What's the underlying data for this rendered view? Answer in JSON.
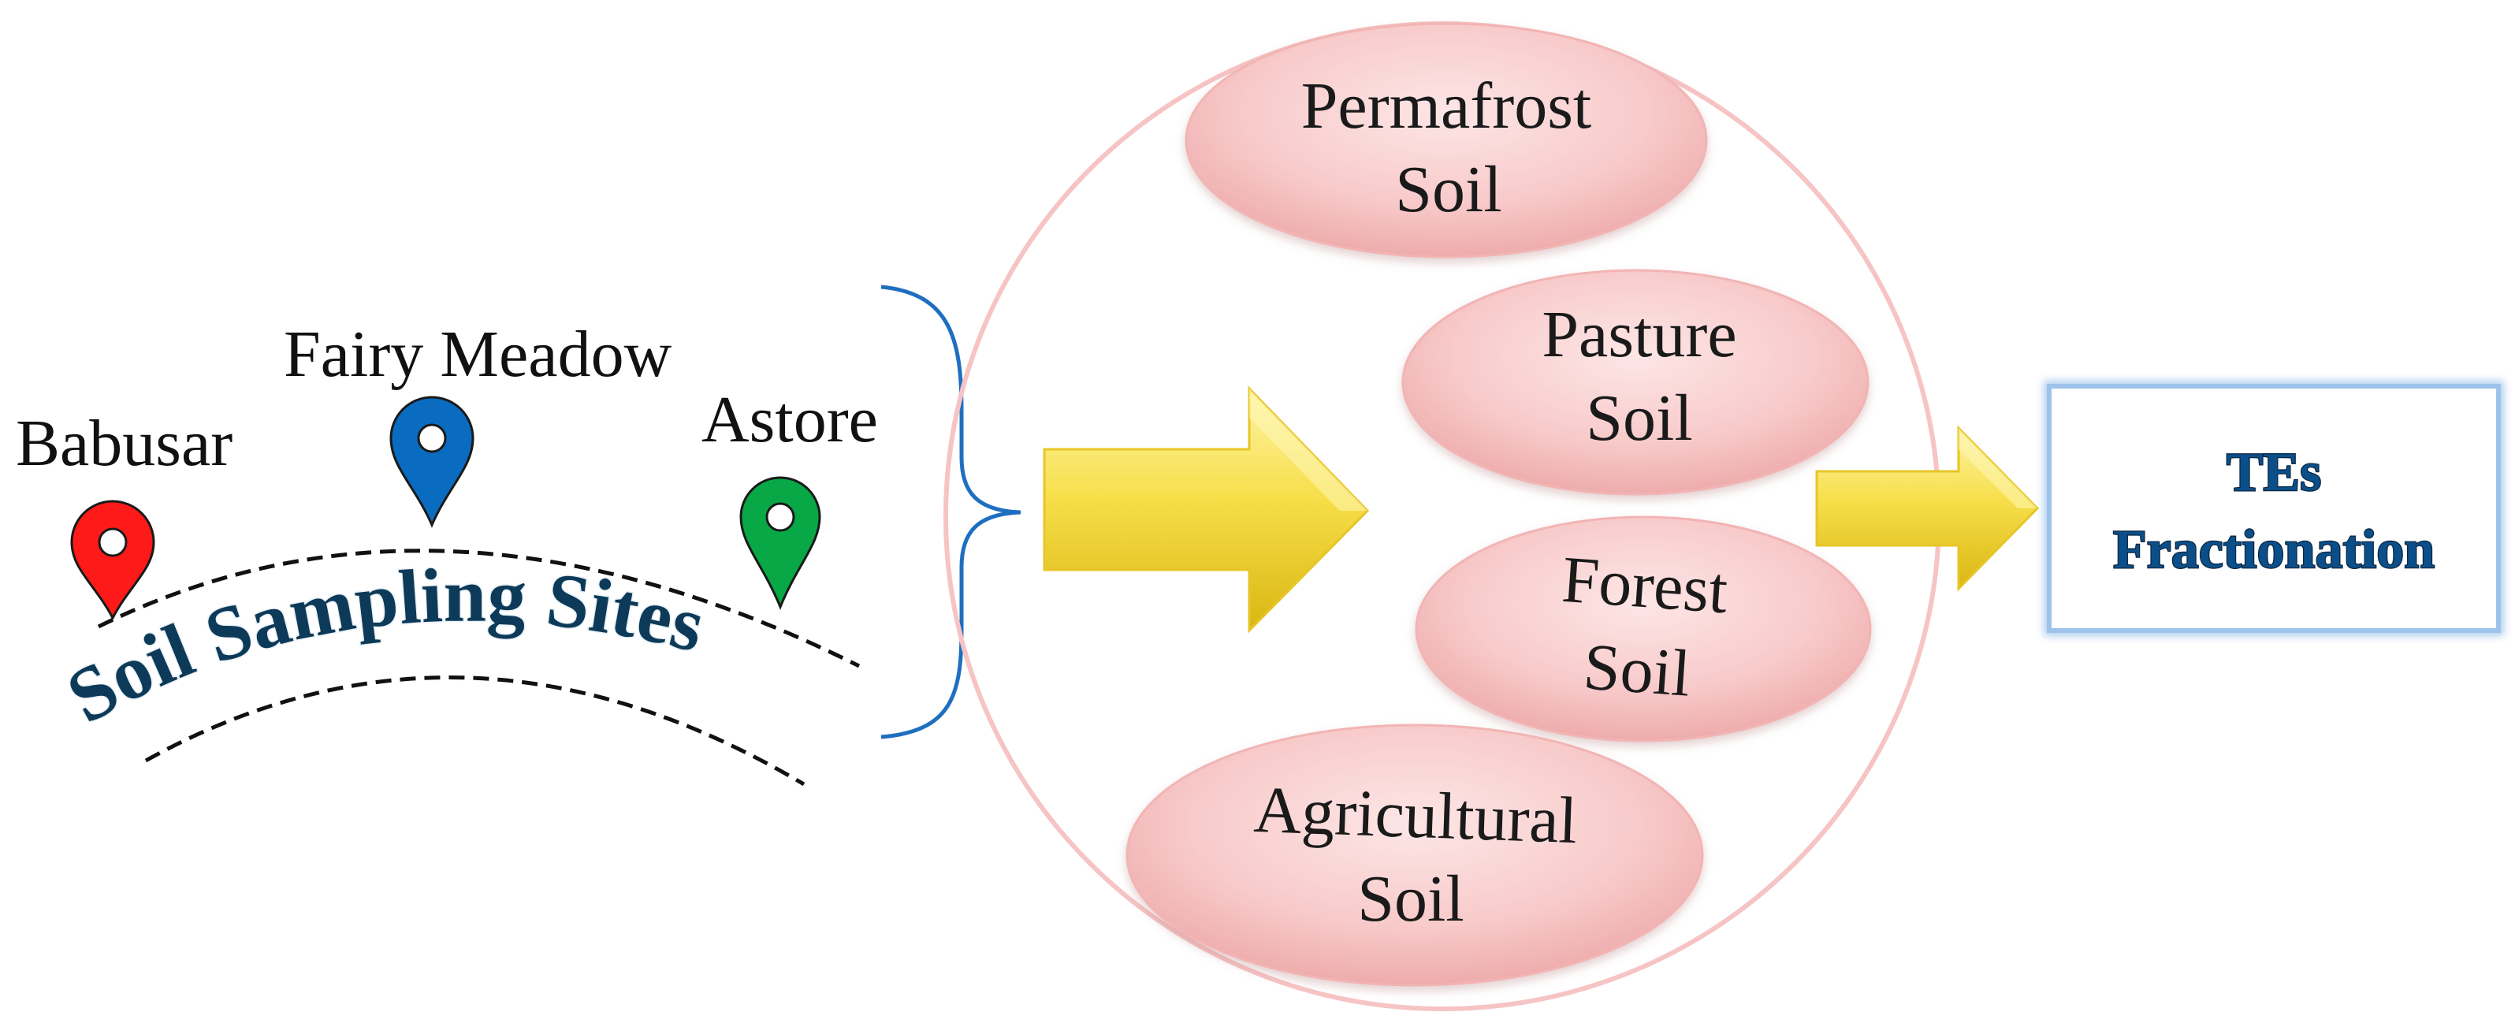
{
  "sites": {
    "babusar": {
      "label": "Babusar",
      "pin_color": "#ff1a1a"
    },
    "fairy_meadow": {
      "label": "Fairy Meadow",
      "pin_color": "#0a6cc0"
    },
    "astore": {
      "label": "Astore",
      "pin_color": "#08a846"
    }
  },
  "arc_title": "Soil Sampling Sites",
  "soils": {
    "permafrost": {
      "line1": "Permafrost",
      "line2": "Soil"
    },
    "pasture": {
      "line1": "Pasture",
      "line2": "Soil"
    },
    "forest": {
      "line1": "Forest",
      "line2": "Soil"
    },
    "agricultural": {
      "line1": "Agricultural",
      "line2": "Soil"
    }
  },
  "result": {
    "line1": "TEs",
    "line2": "Fractionation"
  },
  "colors": {
    "brace": "#1f6fc0",
    "circle_outline": "#f6c4c4",
    "soil_fill": "#f7c9c9",
    "arrow": "#f2d23a",
    "result_border": "#9dc3ea"
  }
}
